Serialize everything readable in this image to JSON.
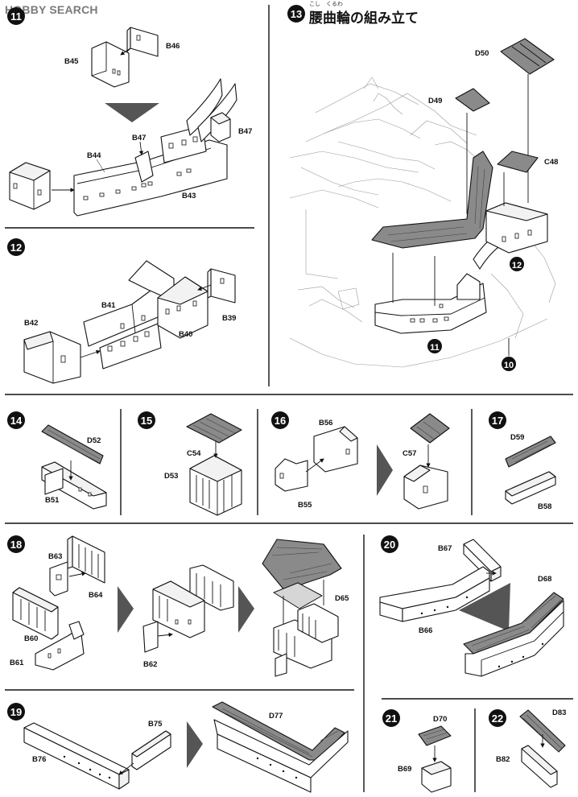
{
  "watermark": "HOBBY SEARCH",
  "step13_title": "腰曲輪の組み立て",
  "step13_ruby": "こし　くるわ",
  "steps": [
    "11",
    "12",
    "13",
    "14",
    "15",
    "16",
    "17",
    "18",
    "19",
    "20",
    "21",
    "22"
  ],
  "sub_assembly_refs": [
    "11",
    "12",
    "10"
  ],
  "parts": {
    "B46": "B46",
    "B45": "B45",
    "B47": "B47",
    "B44": "B44",
    "B43": "B43",
    "B41": "B41",
    "B42": "B42",
    "B40": "B40",
    "B39": "B39",
    "D50": "D50",
    "D49": "D49",
    "C48": "C48",
    "D52": "D52",
    "B51": "B51",
    "C54": "C54",
    "D53": "D53",
    "B56": "B56",
    "B55": "B55",
    "C57": "C57",
    "D59": "D59",
    "B58": "B58",
    "B63": "B63",
    "B64": "B64",
    "B60": "B60",
    "B61": "B61",
    "B62": "B62",
    "D65": "D65",
    "B67": "B67",
    "B66": "B66",
    "D68": "D68",
    "B75": "B75",
    "B76": "B76",
    "D77": "D77",
    "D70": "D70",
    "B69": "B69",
    "D83": "D83",
    "B82": "B82"
  }
}
